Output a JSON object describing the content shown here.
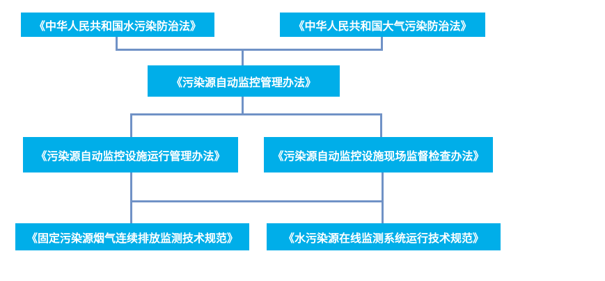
{
  "diagram": {
    "type": "flowchart",
    "description": "Hierarchy of Chinese pollution-source monitoring laws and regulations",
    "colors": {
      "node_fill": "#00aee9",
      "node_text": "#ffffff",
      "connector": "#7092c6",
      "background": "#ffffff"
    },
    "nodes": [
      {
        "id": "water-law",
        "level": 1,
        "label": "《中华人民共和国水污染防治法》"
      },
      {
        "id": "air-law",
        "level": 1,
        "label": "《中华人民共和国大气污染防治法》"
      },
      {
        "id": "auto-monitoring-measures",
        "level": 2,
        "label": "《污染源自动监控管理办法》"
      },
      {
        "id": "facility-operation-measures",
        "level": 3,
        "label": "《污染源自动监控设施运行管理办法》"
      },
      {
        "id": "site-inspection-measures",
        "level": 3,
        "label": "《污染源自动监控设施现场监督检查办法》"
      },
      {
        "id": "flue-gas-cems-spec",
        "level": 4,
        "label": "《固定污染源烟气连续排放监测技术规范》"
      },
      {
        "id": "water-online-monitoring-spec",
        "level": 4,
        "label": "《水污染源在线监测系统运行技术规范》"
      }
    ],
    "edges": [
      {
        "from": "water-law",
        "to": "auto-monitoring-measures"
      },
      {
        "from": "air-law",
        "to": "auto-monitoring-measures"
      },
      {
        "from": "auto-monitoring-measures",
        "to": "facility-operation-measures"
      },
      {
        "from": "auto-monitoring-measures",
        "to": "site-inspection-measures"
      },
      {
        "from": "facility-operation-measures",
        "to": "flue-gas-cems-spec"
      },
      {
        "from": "site-inspection-measures",
        "to": "water-online-monitoring-spec"
      }
    ]
  }
}
